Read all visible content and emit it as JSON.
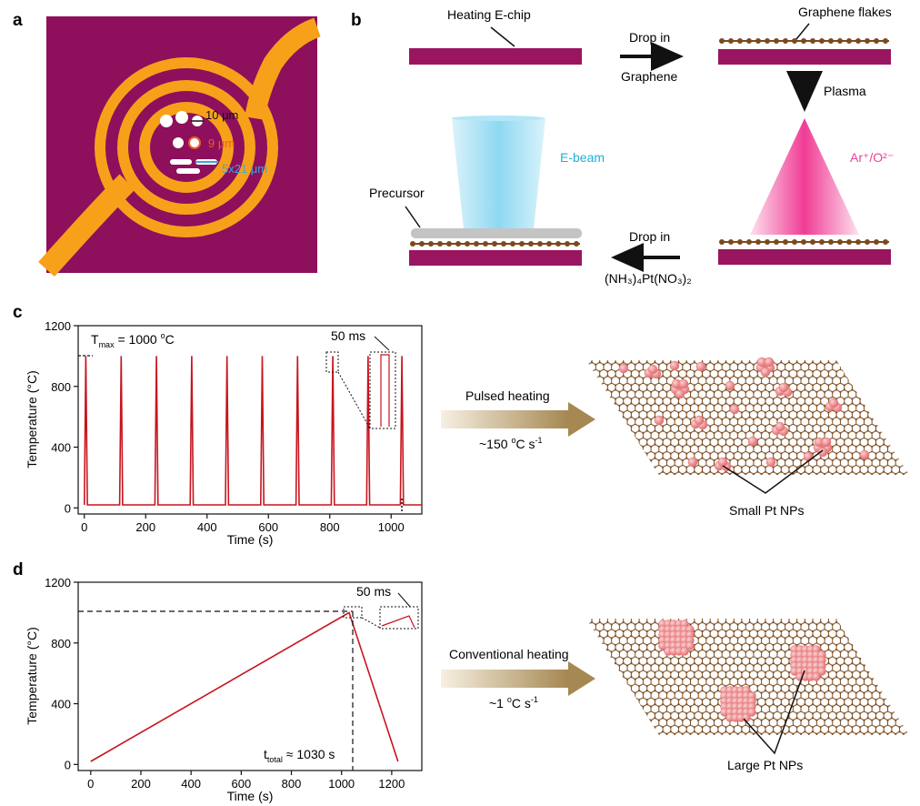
{
  "panels": {
    "a": {
      "letter": "a",
      "annot_10": "10 μm",
      "annot_9": "9 μm",
      "annot_5x21": "5x21 μm",
      "colors": {
        "background": "#8E0F5C",
        "coil": "#F7A11A",
        "annot_9": "#F05A28",
        "annot_5x21": "#3FA7DC"
      }
    },
    "b": {
      "letter": "b",
      "chip_label": "Heating E-chip",
      "flakes_label": "Graphene flakes",
      "drop_in_1": "Drop in",
      "graphene": "Graphene",
      "plasma": "Plasma",
      "plasma_species": "Ar⁺/O²⁻",
      "ebeam": "E-beam",
      "precursor": "Precursor",
      "drop_in_2": "Drop in",
      "pt_precursor": "(NH₃)₄Pt(NO₃)₂",
      "colors": {
        "chip": "#9A1560",
        "graphene": "#7A4A1E",
        "ebeam": "#8FD8F2",
        "plasma": "#F03C95",
        "ebeam_text": "#19B3D6",
        "plasma_text": "#E8409A"
      }
    },
    "c": {
      "letter": "c",
      "tmax_base": "T",
      "tmax_sub": "max",
      "tmax_value": " = 1000 ",
      "tmax_sup": "o",
      "tmax_unit": "C",
      "inset": "50 ms",
      "ylabel": "Temperature (°C)",
      "xlabel": "Time (s)",
      "arrow_text": "Pulsed heating",
      "rate_prefix": "~150 ",
      "rate_sup1": "o",
      "rate_mid": "C s",
      "rate_sup2": "-1",
      "np_label": "Small Pt NPs"
    },
    "d": {
      "letter": "d",
      "inset": "50 ms",
      "ylabel": "Temperature (°C)",
      "xlabel": "Time (s)",
      "ttotal_base": "t",
      "ttotal_sub": "total",
      "ttotal_value": " ≈ 1030 s",
      "arrow_text": "Conventional heating",
      "rate_prefix": "~1 ",
      "rate_sup1": "o",
      "rate_mid": "C s",
      "rate_sup2": "-1",
      "np_label": "Large Pt NPs"
    }
  },
  "colors": {
    "curve": "#C8141E",
    "nanoparticle": "#F08080",
    "lattice": "#7A4A1E"
  },
  "chart_data": [
    {
      "id": "c",
      "type": "line",
      "xlabel": "Time (s)",
      "ylabel": "Temperature (°C)",
      "xlim": [
        -20,
        1100
      ],
      "ylim": [
        -40,
        1200
      ],
      "xticks": [
        0,
        200,
        400,
        600,
        800,
        1000
      ],
      "yticks": [
        0,
        400,
        800,
        1200
      ],
      "series": [
        {
          "x": [
            0,
            5,
            10,
            115,
            120,
            125,
            230,
            235,
            240,
            345,
            350,
            355,
            460,
            465,
            470,
            575,
            580,
            585,
            690,
            695,
            700,
            805,
            810,
            815,
            920,
            925,
            930,
            1030,
            1035,
            1040,
            1100
          ],
          "y": [
            20,
            1000,
            20,
            20,
            1000,
            20,
            20,
            1000,
            20,
            20,
            1000,
            20,
            20,
            1000,
            20,
            20,
            1000,
            20,
            20,
            1000,
            20,
            20,
            1000,
            20,
            20,
            1000,
            20,
            20,
            1000,
            20,
            20
          ]
        }
      ]
    },
    {
      "id": "d",
      "type": "line",
      "xlabel": "Time (s)",
      "ylabel": "Temperature (°C)",
      "xlim": [
        -50,
        1320
      ],
      "ylim": [
        -40,
        1200
      ],
      "xticks": [
        0,
        200,
        400,
        600,
        800,
        1000,
        1200
      ],
      "yticks": [
        0,
        400,
        800,
        1200
      ],
      "series": [
        {
          "x": [
            0,
            1030,
            1225
          ],
          "y": [
            20,
            1000,
            20
          ]
        }
      ]
    }
  ]
}
